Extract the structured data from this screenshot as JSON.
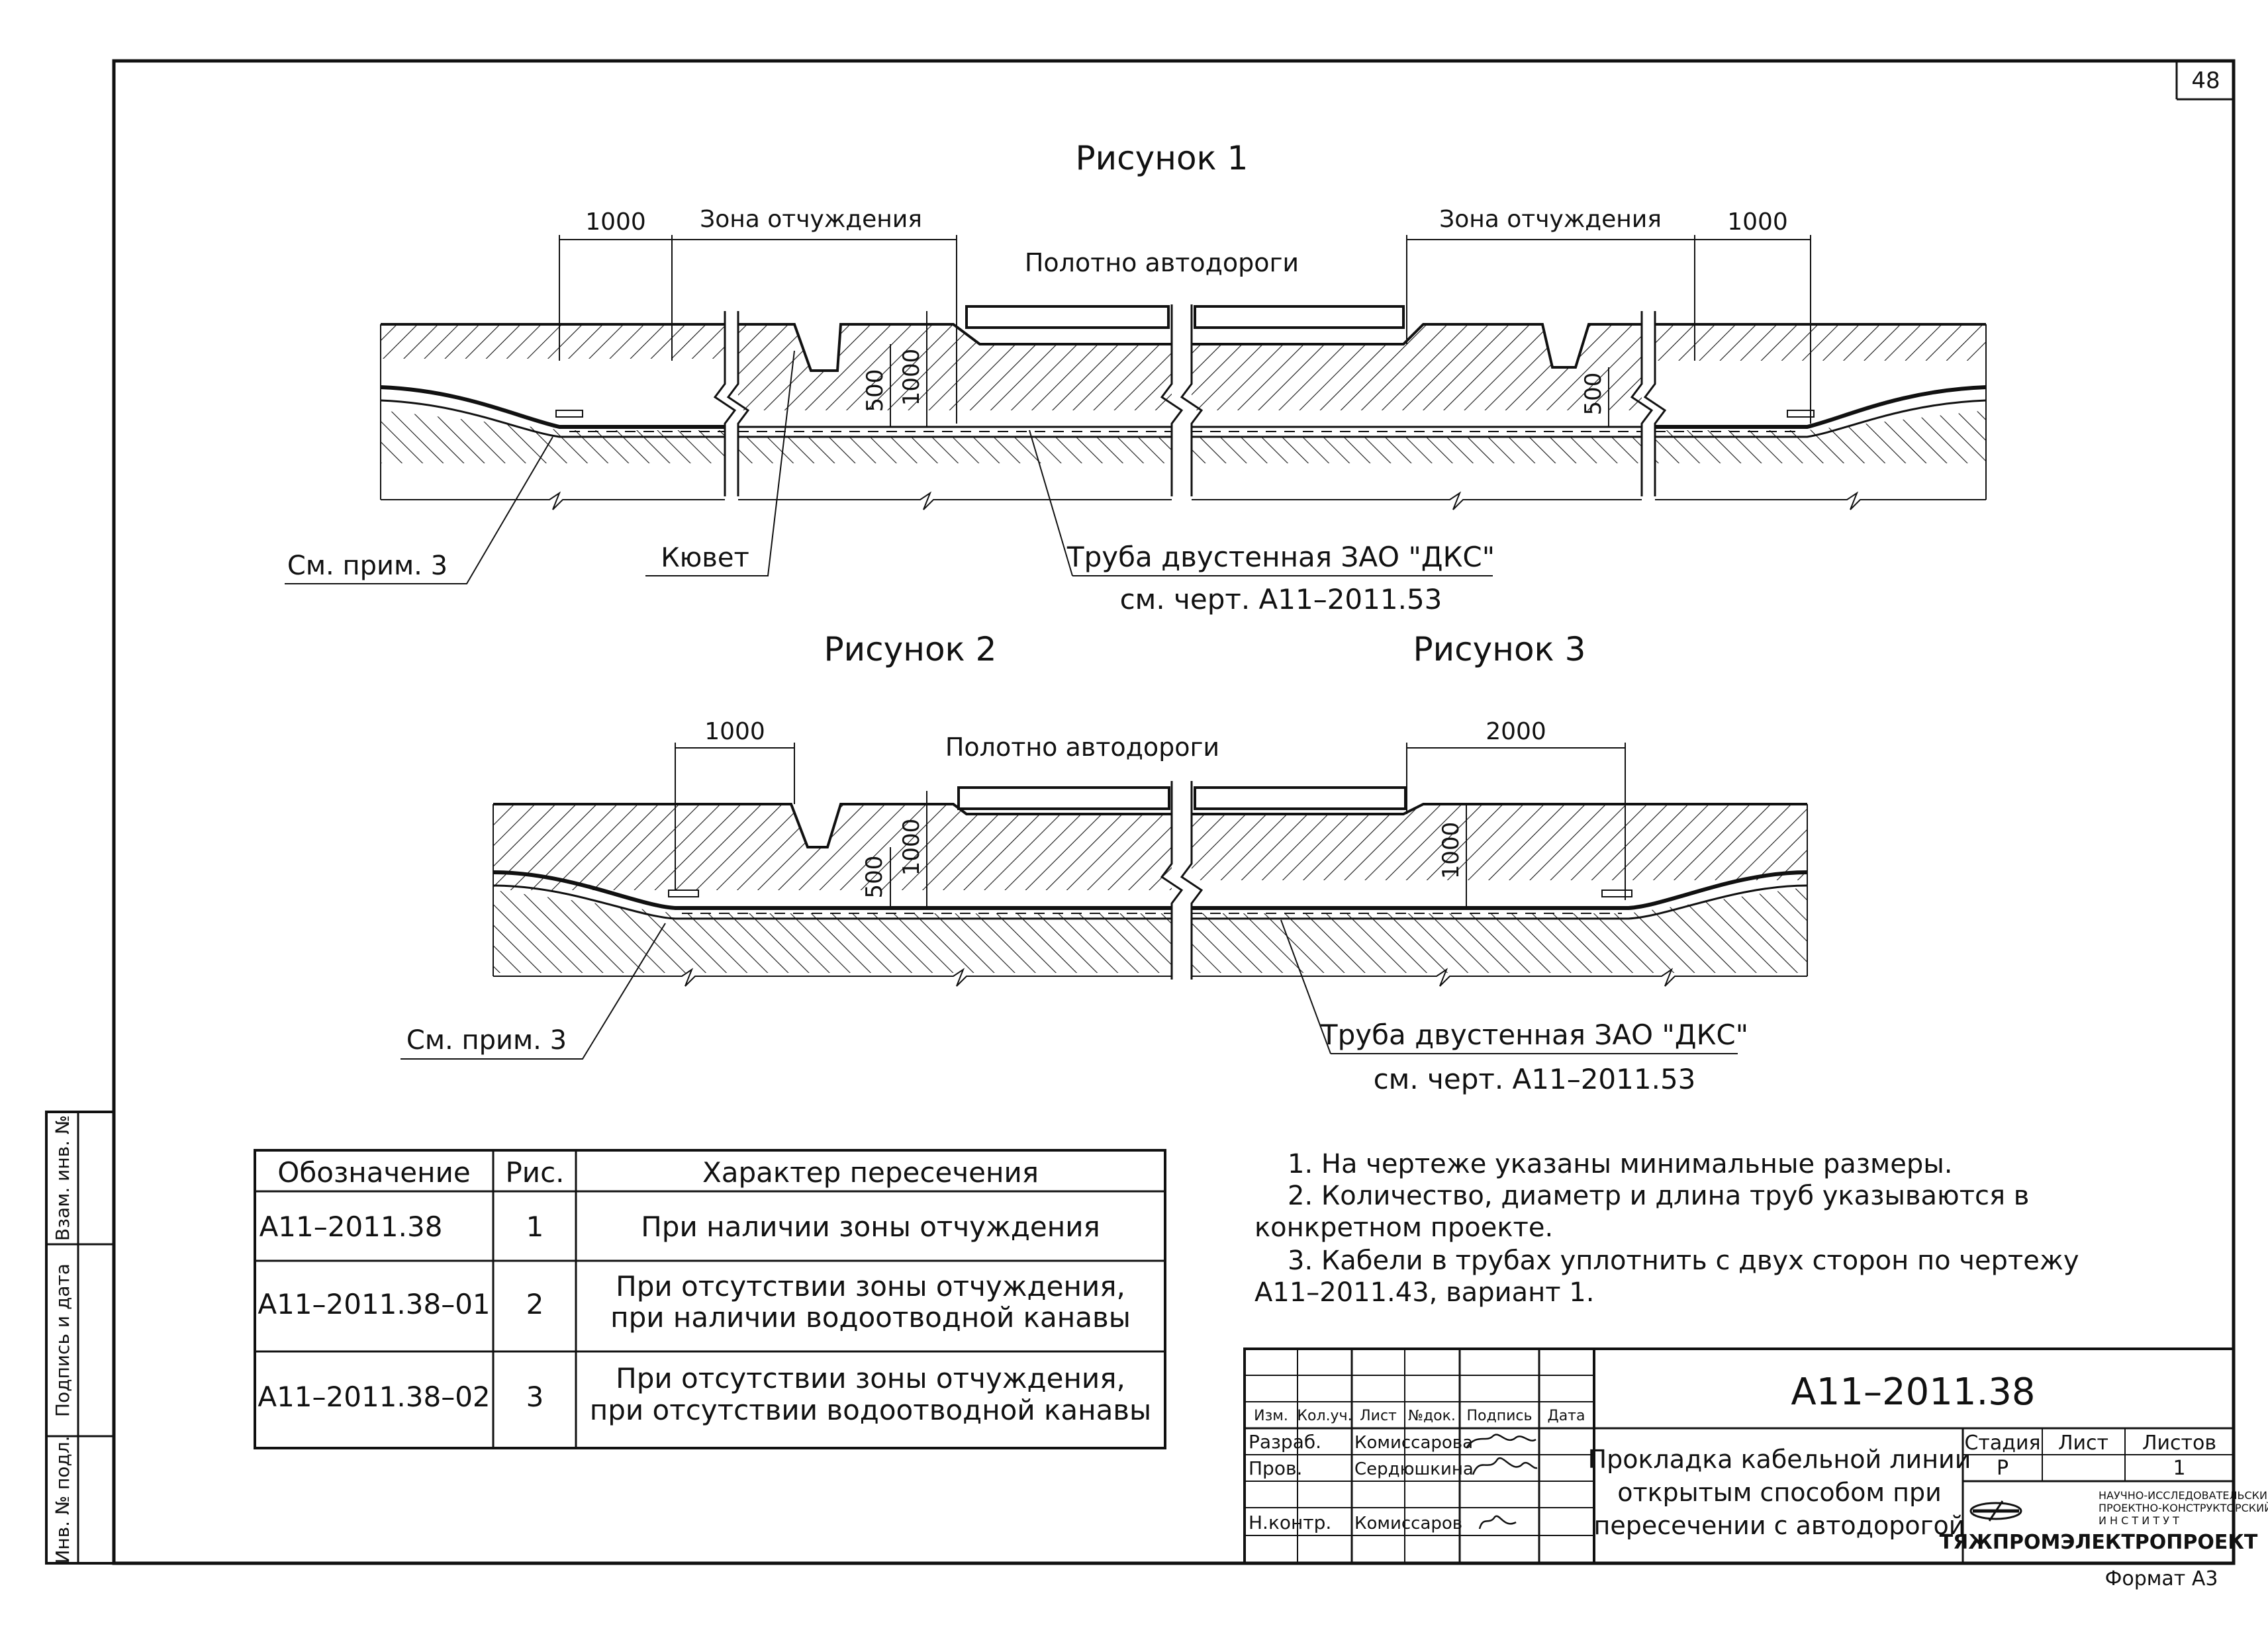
{
  "sheet_number": "48",
  "format_label": "Формат А3",
  "fig1": {
    "title": "Рисунок 1",
    "dim_left": "1000",
    "zone_left": "Зона отчуждения",
    "zone_right": "Зона отчуждения",
    "dim_right": "1000",
    "road_label": "Полотно автодороги",
    "dim_500_left": "500",
    "dim_1000_v": "1000",
    "dim_500_right": "500",
    "note_ref": "См. прим. 3",
    "ditch": "Кювет",
    "pipe": "Труба двустенная ЗАО \"ДКС\"",
    "pipe_ref": "см. черт. А11–2011.53"
  },
  "fig2": {
    "title": "Рисунок 2",
    "dim_top": "1000",
    "road_label": "Полотно автодороги",
    "dim_500": "500",
    "dim_1000_v": "1000",
    "note_ref": "См. прим. 3"
  },
  "fig3": {
    "title": "Рисунок 3",
    "dim_top": "2000",
    "dim_1000_v": "1000",
    "pipe": "Труба двустенная ЗАО \"ДКС\"",
    "pipe_ref": "см. черт. А11–2011.53"
  },
  "table": {
    "headers": [
      "Обозначение",
      "Рис.",
      "Характер пересечения"
    ],
    "rows": [
      {
        "code": "А11–2011.38",
        "fig": "1",
        "desc1": "При наличии зоны отчуждения",
        "desc2": ""
      },
      {
        "code": "А11–2011.38–01",
        "fig": "2",
        "desc1": "При отсутствии зоны отчуждения,",
        "desc2": "при наличии водоотводной канавы"
      },
      {
        "code": "А11–2011.38–02",
        "fig": "3",
        "desc1": "При отсутствии зоны отчуждения,",
        "desc2": "при отсутствии водоотводной канавы"
      }
    ]
  },
  "notes": [
    "1. На чертеже указаны минимальные размеры.",
    "2. Количество, диаметр и длина труб указываются в",
    "конкретном проекте.",
    "3. Кабели в трубах уплотнить с двух сторон по чертежу",
    "А11–2011.43, вариант 1."
  ],
  "side_stamp": [
    "Взам. инв. №",
    "Подпись и дата",
    "Инв. № подл."
  ],
  "title_block": {
    "doc_code": "А11–2011.38",
    "col_headers": [
      "Изм.",
      "Кол.уч.",
      "Лист",
      "№док.",
      "Подпись",
      "Дата"
    ],
    "roles": [
      {
        "role": "Разраб.",
        "name": "Комиссарова"
      },
      {
        "role": "Пров.",
        "name": "Сердюшкина"
      },
      {
        "role": "Н.контр.",
        "name": "Комиссаров"
      }
    ],
    "title_lines": [
      "Прокладка кабельной линии",
      "открытым способом при",
      "пересечении с автодорогой"
    ],
    "stage_label": "Стадия",
    "sheet_label": "Лист",
    "sheets_label": "Листов",
    "stage": "Р",
    "sheet": "",
    "sheets": "1",
    "org_small": [
      "НАУЧНО-ИССЛЕДОВАТЕЛЬСКИЙ",
      "ПРОЕКТНО-КОНСТРУКТОРСКИЙ",
      "И Н С Т И Т У Т"
    ],
    "org_name": "ТЯЖПРОМЭЛЕКТРОПРОЕКТ"
  }
}
